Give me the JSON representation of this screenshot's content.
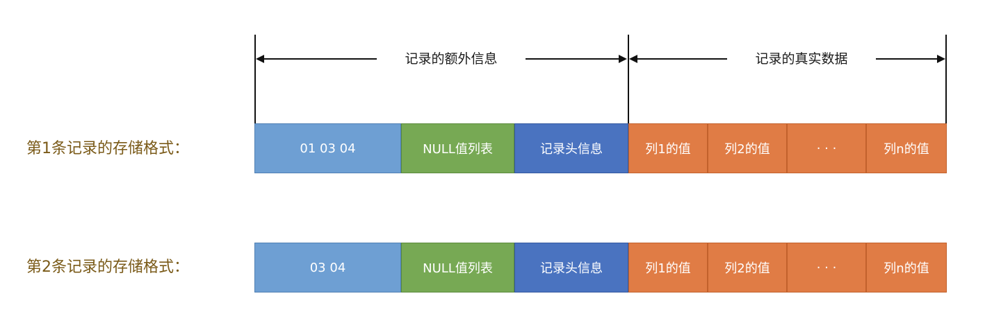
{
  "header": {
    "extra_info_label": "记录的额外信息",
    "real_data_label": "记录的真实数据"
  },
  "rows": [
    {
      "label": "第1条记录的存储格式：",
      "cells": {
        "var_length_list": "01 03 04",
        "null_list": "NULL值列表",
        "record_header": "记录头信息",
        "col1": "列1的值",
        "col2": "列2的值",
        "ellipsis": "· · ·",
        "coln": "列n的值"
      }
    },
    {
      "label": "第2条记录的存储格式：",
      "cells": {
        "var_length_list": "03 04",
        "null_list": "NULL值列表",
        "record_header": "记录头信息",
        "col1": "列1的值",
        "col2": "列2的值",
        "ellipsis": "· · ·",
        "coln": "列n的值"
      }
    }
  ],
  "colors": {
    "variable_length_list": "#6e9fd3",
    "null_list": "#77a954",
    "record_header": "#4a73c0",
    "column_values": "#e07c45",
    "row_label_text": "#7a5a18"
  }
}
